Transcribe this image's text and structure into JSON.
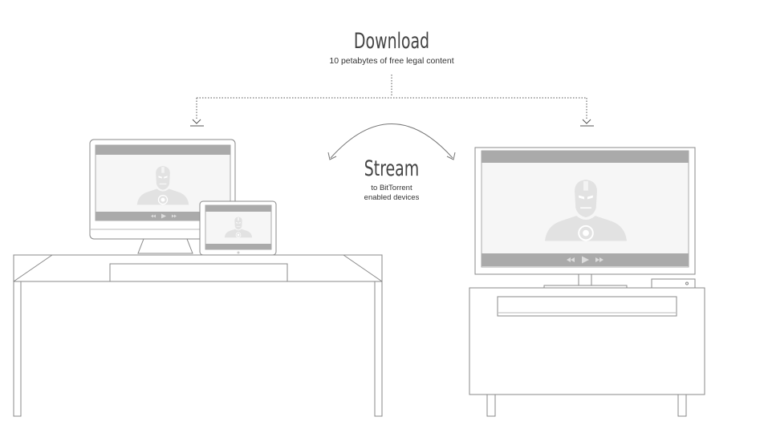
{
  "download": {
    "title": "Download",
    "subtitle": "10 petabytes of free legal content"
  },
  "stream": {
    "title": "Stream",
    "subtitle_line1": "to BitTorrent",
    "subtitle_line2": "enabled devices"
  },
  "colors": {
    "outline": "#777777",
    "screen_bar": "#aaaaaa",
    "screen_bg": "#f6f6f6",
    "silhouette": "#e2e2e2",
    "text": "#444444"
  },
  "icons": [
    "download-arrow-icon",
    "stream-arc-arrows-icon",
    "ironman-silhouette-icon",
    "playback-controls-icon"
  ]
}
